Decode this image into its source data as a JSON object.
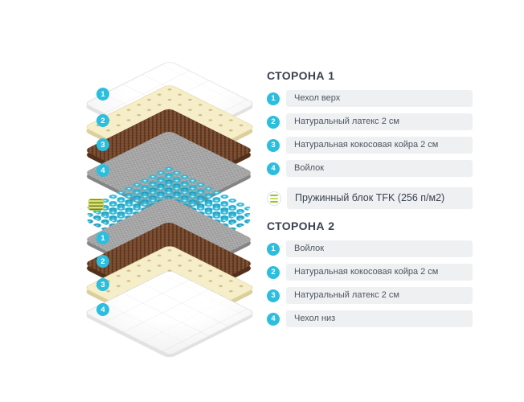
{
  "colors": {
    "badge_cyan": "#2bbede",
    "bar_grey": "#eef0f2",
    "heading_dark": "#3a4150",
    "text_grey": "#4f5661",
    "spring_green": "#8dc63f",
    "spring_tag_yellow_green": "#dbe56b",
    "coir_brown": "#7b4a2c",
    "latex_cream": "#f6eec9",
    "felt_grey": "#a6a6a6",
    "spring_cyan": "#2fb9da"
  },
  "side1": {
    "heading": "СТОРОНА 1",
    "items": [
      {
        "num": "1",
        "label": "Чехол верх"
      },
      {
        "num": "2",
        "label": "Натуральный латекс 2 см"
      },
      {
        "num": "3",
        "label": "Натуральная кокосовая койра 2 см"
      },
      {
        "num": "4",
        "label": "Войлок"
      }
    ]
  },
  "spring": {
    "label": "Пружинный блок TFK (256 п/м2)"
  },
  "side2": {
    "heading": "СТОРОНА 2",
    "items": [
      {
        "num": "1",
        "label": "Войлок"
      },
      {
        "num": "2",
        "label": "Натуральная кокосовая койра 2 см"
      },
      {
        "num": "3",
        "label": "Натуральный латекс 2 см"
      },
      {
        "num": "4",
        "label": "Чехол низ"
      }
    ]
  },
  "diagram": {
    "top_badges": [
      "1",
      "2",
      "3",
      "4"
    ],
    "bottom_badges": [
      "1",
      "2",
      "3",
      "4"
    ]
  }
}
